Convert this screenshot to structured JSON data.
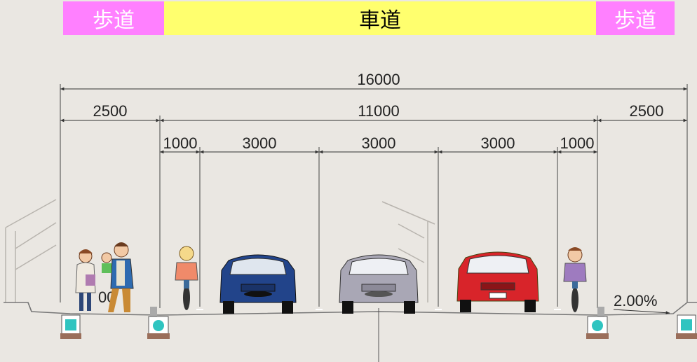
{
  "header": {
    "sidewalk_left": "歩道",
    "roadway": "車道",
    "sidewalk_right": "歩道"
  },
  "dimensions": {
    "total": "16000",
    "carriageway": "11000",
    "sidewalk_left": "2500",
    "sidewalk_right": "2500",
    "bike_left": "1000",
    "lane_1": "3000",
    "lane_2": "3000",
    "lane_3": "3000",
    "bike_right": "1000"
  },
  "slope": {
    "right": "2.00%",
    "left_partial": "00"
  },
  "colors": {
    "sidewalk_band": "#ff80ff",
    "roadway_band": "#ffff6e",
    "car_blue": "#22448a",
    "car_silver": "#a9a7b5",
    "car_red": "#d8242a",
    "drain": "#2fc4c0"
  }
}
